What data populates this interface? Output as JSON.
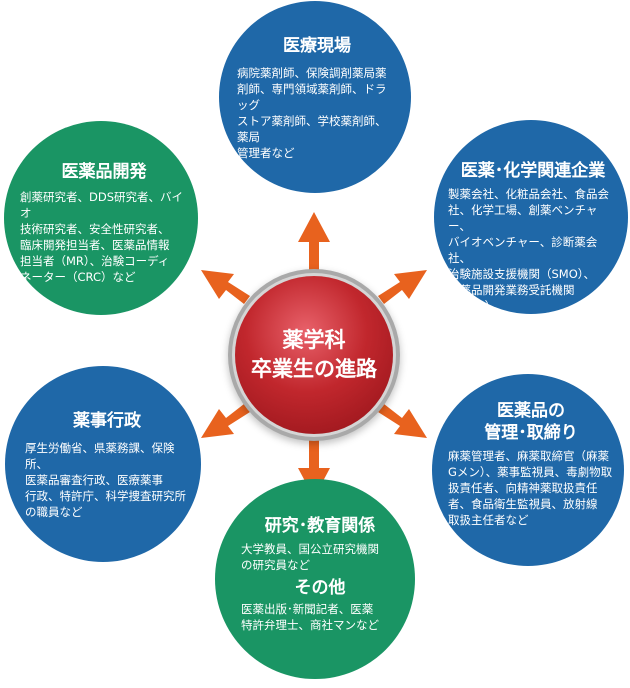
{
  "center": {
    "label": "薬学科\n卒業生の進路"
  },
  "nodes": {
    "clinical": {
      "title": "医療現場",
      "body": "病院薬剤師、保険調剤薬局薬\n剤師、専門領域薬剤師、ドラッグ\nストア薬剤師、学校薬剤師、薬局\n管理者など"
    },
    "industry": {
      "title": "医薬･化学関連企業",
      "body": "製薬会社、化粧品会社、食品会\n社、化学工場、創薬ベンチャー、\nバイオベンチャー、診断薬会社、\n治験施設支援機関（SMO）、\n医薬品開発業務受託機関（CRO）\n　など"
    },
    "regulation": {
      "title": "医薬品の\n管理･取締り",
      "body": "麻薬管理者、麻薬取締官（麻薬\nGメン）、薬事監視員、毒劇物取\n扱責任者、向精神薬取扱責任\n者、食品衛生監視員、放射線\n取扱主任者など"
    },
    "research": {
      "title": "研究･教育関係",
      "body": "大学教員、国公立研究機関\nの研究員など",
      "subtitle": "その他",
      "subbody": "医薬出版･新聞記者、医薬\n特許弁理士、商社マンなど"
    },
    "administration": {
      "title": "薬事行政",
      "body": "厚生労働省、県薬務課、保険所、\n医薬品審査行政、医療薬事\n行政、特許庁、科学捜査研究所\nの職員など"
    },
    "development": {
      "title": "医薬品開発",
      "body": "創薬研究者、DDS研究者、バイオ\n技術研究者、安全性研究者、\n臨床開発担当者、医薬品情報\n担当者（MR）、治験コーディ\nネーター（CRC）など"
    }
  },
  "colors": {
    "blue": "#1f68a8",
    "green": "#1a9564",
    "arrow": "#e8621e",
    "center": "#c1272d"
  }
}
